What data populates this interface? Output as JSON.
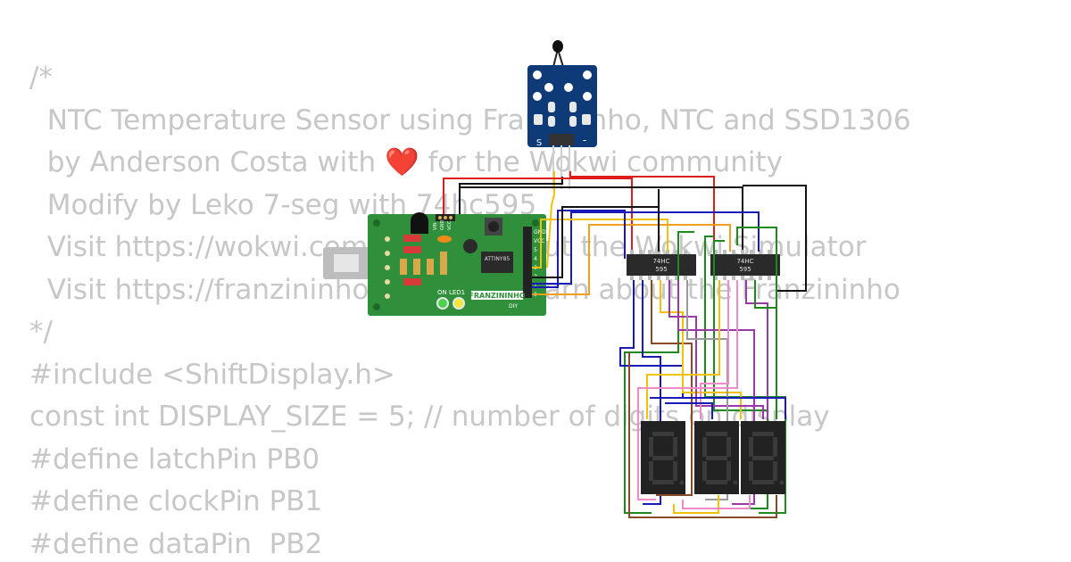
{
  "code_lines": [
    "/*",
    "  NTC Temperature Sensor using Franzininho, NTC and SSD1306",
    "  by Anderson Costa with ❤️ for the Wokwi community",
    "  Modify by Leko 7-seg with 74hc595",
    "  Visit https://wokwi.com to learn about the Wokwi Simulator",
    "  Visit https://franzininho.com.br to learn about the Franzininho",
    "*/",
    "#include <ShiftDisplay.h>",
    "const int DISPLAY_SIZE = 5; // number of digits on display",
    "#define latchPin PB0",
    "#define clockPin PB1",
    "#define dataPin  PB2"
  ],
  "sensor": {
    "pin_s": "S",
    "pin_minus": "-"
  },
  "board": {
    "brand": "FRANZININHO",
    "brand_sub": "DIY",
    "chip": "ATTINY85",
    "led_label": "ON LED1",
    "header_pins": [
      "GND",
      "VCC",
      "5",
      "4",
      "3",
      "2",
      "1",
      "0"
    ],
    "top_pins": [
      "VIN",
      "GND",
      "VCC"
    ]
  },
  "shift_registers": [
    {
      "line1": "74HC",
      "line2": "595"
    },
    {
      "line1": "74HC",
      "line2": "595"
    }
  ],
  "colors": {
    "board_green": "#2f8f3a",
    "sensor_blue": "#0e3a78",
    "wire_red": "#e01d1d",
    "wire_black": "#111111",
    "wire_blue": "#1a1ab8",
    "wire_yellow": "#f0c20a",
    "wire_orange": "#f0a020",
    "wire_green": "#1e8a1e",
    "wire_purple": "#9a3aa8",
    "wire_brown": "#8a4a2a",
    "wire_pink": "#f08ac8",
    "wire_gray": "#9a9a9a",
    "code_text": "#c7c7c7",
    "led_green": "#4cd14c",
    "led_yellow": "#f3e63a"
  }
}
